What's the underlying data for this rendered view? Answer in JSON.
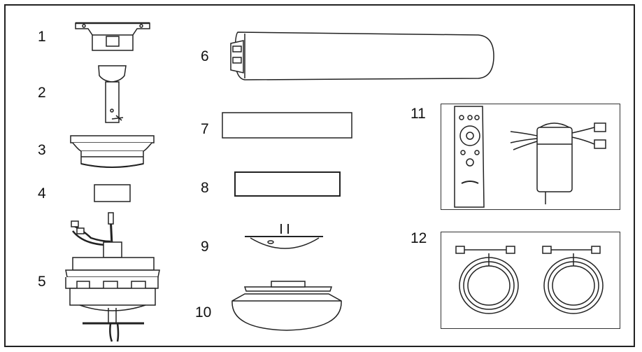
{
  "parts": [
    {
      "number": "1",
      "icon": "mounting-bracket-icon"
    },
    {
      "number": "2",
      "icon": "downrod-icon"
    },
    {
      "number": "3",
      "icon": "canopy-icon"
    },
    {
      "number": "4",
      "icon": "canopy-cover-ring-icon"
    },
    {
      "number": "5",
      "icon": "motor-housing-icon"
    },
    {
      "number": "6",
      "icon": "fan-blade-icon"
    },
    {
      "number": "7",
      "icon": "upper-switch-housing-icon"
    },
    {
      "number": "8",
      "icon": "lower-switch-housing-icon"
    },
    {
      "number": "9",
      "icon": "light-kit-icon"
    },
    {
      "number": "10",
      "icon": "glass-shade-icon"
    },
    {
      "number": "11",
      "icon": "remote-and-receiver-icon"
    },
    {
      "number": "12",
      "icon": "extension-wires-icon"
    }
  ]
}
